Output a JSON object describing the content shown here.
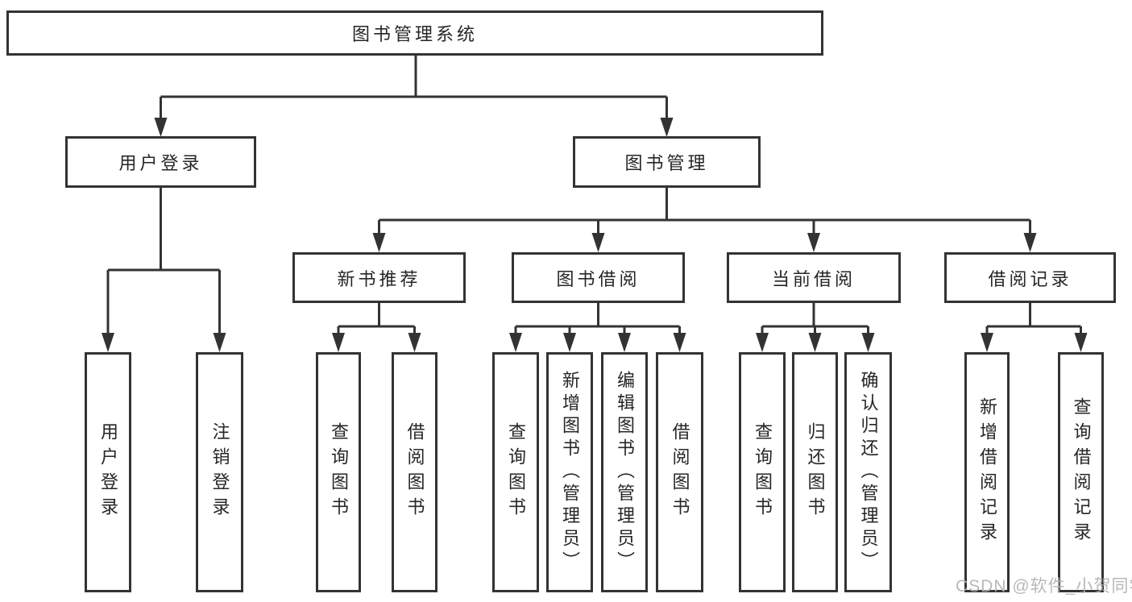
{
  "diagram": {
    "title": "图书管理系统",
    "type": "hierarchy-tree",
    "colors": {
      "line": "#333333",
      "text": "#262626",
      "box_background": "#ffffff",
      "watermark": "#b2b2b2"
    },
    "nodes": {
      "root": "图书管理系统",
      "user_login": "用户登录",
      "book_mgmt": "图书管理",
      "new_book_rec": "新书推荐",
      "book_borrow": "图书借阅",
      "current_borrow": "当前借阅",
      "borrow_records": "借阅记录",
      "leaf_user_login": "用户登录",
      "leaf_logout": "注销登录",
      "leaf_query_book_1": "查询图书",
      "leaf_borrow_book_1": "借阅图书",
      "leaf_query_book_2": "查询图书",
      "leaf_add_book": "新增图书（管理员）",
      "leaf_edit_book": "编辑图书（管理员）",
      "leaf_borrow_book_2": "借阅图书",
      "leaf_query_book_3": "查询图书",
      "leaf_return_book": "归还图书",
      "leaf_confirm_return": "确认归还（管理员）",
      "leaf_add_record": "新增借阅记录",
      "leaf_query_record": "查询借阅记录"
    },
    "edges": [
      [
        "图书管理系统",
        "用户登录"
      ],
      [
        "图书管理系统",
        "图书管理"
      ],
      [
        "用户登录",
        "用户登录"
      ],
      [
        "用户登录",
        "注销登录"
      ],
      [
        "图书管理",
        "新书推荐"
      ],
      [
        "图书管理",
        "图书借阅"
      ],
      [
        "图书管理",
        "当前借阅"
      ],
      [
        "图书管理",
        "借阅记录"
      ],
      [
        "新书推荐",
        "查询图书"
      ],
      [
        "新书推荐",
        "借阅图书"
      ],
      [
        "图书借阅",
        "查询图书"
      ],
      [
        "图书借阅",
        "新增图书（管理员）"
      ],
      [
        "图书借阅",
        "编辑图书（管理员）"
      ],
      [
        "图书借阅",
        "借阅图书"
      ],
      [
        "当前借阅",
        "查询图书"
      ],
      [
        "当前借阅",
        "归还图书"
      ],
      [
        "当前借阅",
        "确认归还（管理员）"
      ],
      [
        "借阅记录",
        "新增借阅记录"
      ],
      [
        "借阅记录",
        "查询借阅记录"
      ]
    ]
  },
  "watermark": {
    "text": "CSDN @软件_小贺同学"
  }
}
